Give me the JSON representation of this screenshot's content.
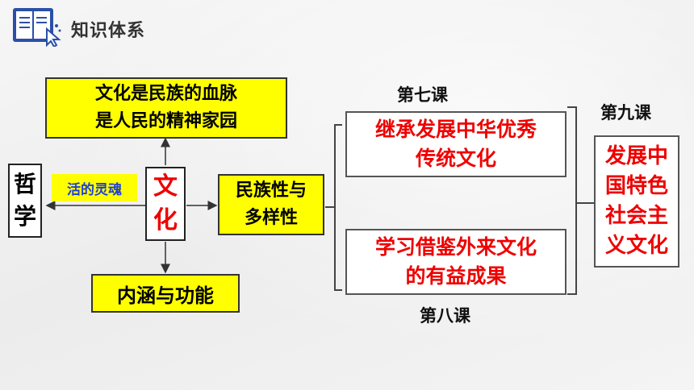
{
  "header": {
    "title": "知识体系",
    "icon": "book-icon"
  },
  "diagram": {
    "top_box": {
      "line1": "文化是民族的血脉",
      "line2": "是人民的精神家园"
    },
    "philosophy": {
      "char1": "哲",
      "char2": "学"
    },
    "soul_label": "活的灵魂",
    "culture": {
      "char1": "文",
      "char2": "化"
    },
    "bottom_box": "内涵与功能",
    "nation_box": {
      "line1": "民族性与",
      "line2": "多样性"
    },
    "lesson7": {
      "title": "第七课",
      "line1": "继承发展中华优秀",
      "line2": "传统文化"
    },
    "lesson8": {
      "title": "第八课",
      "line1": "学习借鉴外来文化",
      "line2": "的有益成果"
    },
    "lesson9": {
      "title": "第九课",
      "line1": "发展中",
      "line2": "国特色",
      "line3": "社会主",
      "line4": "义文化"
    }
  },
  "colors": {
    "yellow": "#ffff00",
    "red": "#ee0000",
    "blue": "#1f3fd6"
  }
}
